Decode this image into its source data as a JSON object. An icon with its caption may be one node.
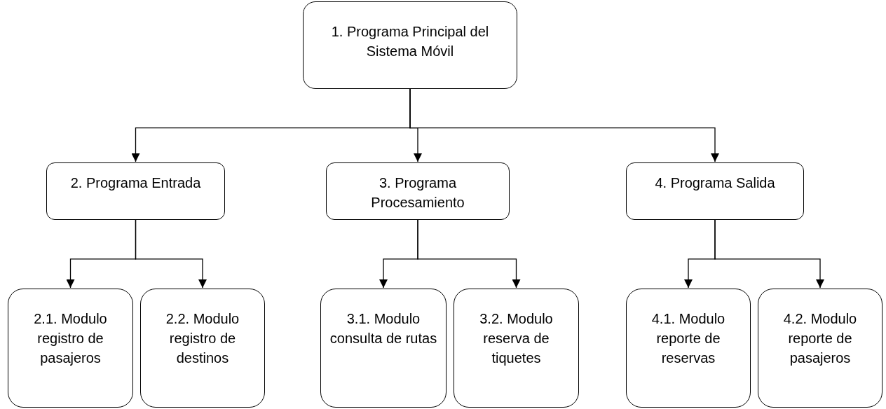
{
  "diagram": {
    "nodes": [
      {
        "text": [
          "1. Programa Principal del Sistema Móvil"
        ]
      },
      {
        "text": [
          "2. Programa Entrada"
        ]
      },
      {
        "text": [
          "3. Programa Procesamiento"
        ]
      },
      {
        "text": [
          "4. Programa Salida"
        ]
      },
      {
        "text": [
          "2.1. Modulo registro de pasajeros"
        ]
      },
      {
        "text": [
          "2.2. Modulo registro de destinos"
        ]
      },
      {
        "text": [
          "3.1. Modulo consulta de rutas"
        ]
      },
      {
        "text": [
          "3.2. Modulo reserva de tiquetes"
        ]
      },
      {
        "text": [
          "4.1. Modulo reporte de reservas"
        ]
      },
      {
        "text": [
          "4.2. Modulo reporte de pasajeros"
        ]
      }
    ],
    "edges": [
      {
        "from": 0,
        "to": 1,
        "arrow": "to"
      },
      {
        "from": 0,
        "to": 2,
        "arrow": "to"
      },
      {
        "from": 0,
        "to": 3,
        "arrow": "to"
      },
      {
        "from": 1,
        "to": 4,
        "arrow": "to"
      },
      {
        "from": 1,
        "to": 5,
        "arrow": "to"
      },
      {
        "from": 2,
        "to": 6,
        "arrow": "to"
      },
      {
        "from": 2,
        "to": 7,
        "arrow": "to"
      },
      {
        "from": 3,
        "to": 8,
        "arrow": "to"
      },
      {
        "from": 3,
        "to": 9,
        "arrow": "to"
      }
    ]
  }
}
